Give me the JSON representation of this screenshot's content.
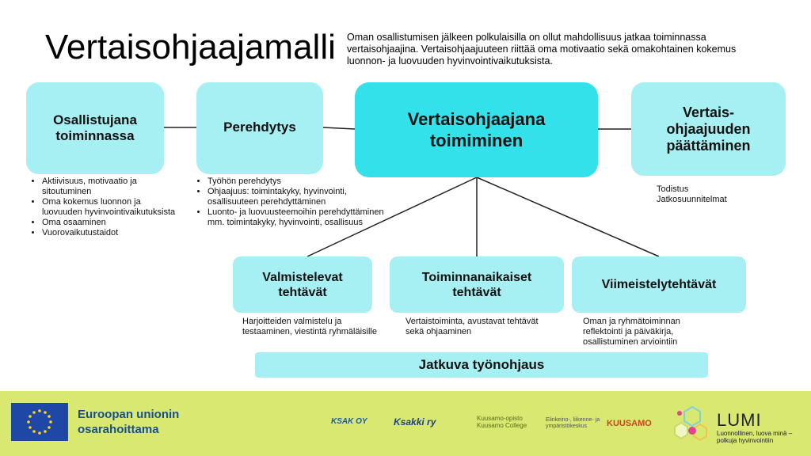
{
  "title": "Vertaisohjaajamalli",
  "intro": "Oman osallistumisen jälkeen polkulaisilla on ollut mahdollisuus jatkaa toiminnassa vertaisohjaajina. Vertaisohjaajuuteen riittää oma motivaatio sekä omakohtainen kokemus luonnon- ja luovuuden hyvinvointivaikutuksista.",
  "stages": {
    "osallistuja": {
      "lines": [
        "Osallistujana",
        "toiminnassa"
      ]
    },
    "perehdytys": {
      "lines": [
        "Perehdytys"
      ]
    },
    "vertaisohjaaja": {
      "lines": [
        "Vertaisohjaajana",
        "toimiminen"
      ]
    },
    "paattaminen": {
      "lines": [
        "Vertais-",
        "ohjaajuuden",
        "päättäminen"
      ]
    }
  },
  "osallistuja_bullets": [
    "Aktiivisuus, motivaatio ja sitoutuminen",
    "Oma kokemus luonnon ja luovuuden hyvinvointivaikutuksista",
    "Oma osaaminen",
    "Vuorovaikutustaidot"
  ],
  "perehdytys_bullets": [
    "Työhön perehdytys",
    "Ohjaajuus: toimintakyky, hyvinvointi, osallisuuteen perehdyttäminen",
    "Luonto- ja luovuusteemoihin perehdyttäminen mm. toimintakyky, hyvinvointi, osallisuus"
  ],
  "paattaminen_notes": [
    "Todistus",
    "Jatkosuunnitelmat"
  ],
  "tasks": {
    "valmistelevat": {
      "lines": [
        "Valmistelevat",
        "tehtävät"
      ],
      "desc": "Harjoitteiden valmistelu ja testaaminen, viestintä ryhmäläisille"
    },
    "toiminnanaikaiset": {
      "lines": [
        "Toiminnanaikaiset",
        "tehtävät"
      ],
      "desc": "Vertaistoiminta, avustavat tehtävät sekä ohjaaminen"
    },
    "viimeistely": {
      "lines": [
        "Viimeistelytehtävät"
      ],
      "desc": "Oman ja ryhmätoiminnan reflektointi ja päiväkirja, osallistuminen arviointiin"
    }
  },
  "continuous": "Jatkuva työnohjaus",
  "footer": {
    "eu_line1": "Euroopan unionin",
    "eu_line2": "osarahoittama",
    "logos": [
      "KSAK OY",
      "Ksakki ry",
      "Kuusamo-opisto",
      "Kuusamo College",
      "Elinkeino-, liikenne- ja ympäristökeskus",
      "KUUSAMO"
    ],
    "lumi_name": "LUMI",
    "lumi_tagline": "Luonnollinen, luova minä – polkuja hyvinvointiin"
  },
  "colors": {
    "box_light": "#a6eff3",
    "box_main": "#33e1ea",
    "footer_bg": "#d8e870",
    "eu_blue": "#1f48a6",
    "eu_text": "#1b4f8a"
  },
  "icons": [
    "eu-flag-icon",
    "lumi-logo-icon"
  ]
}
